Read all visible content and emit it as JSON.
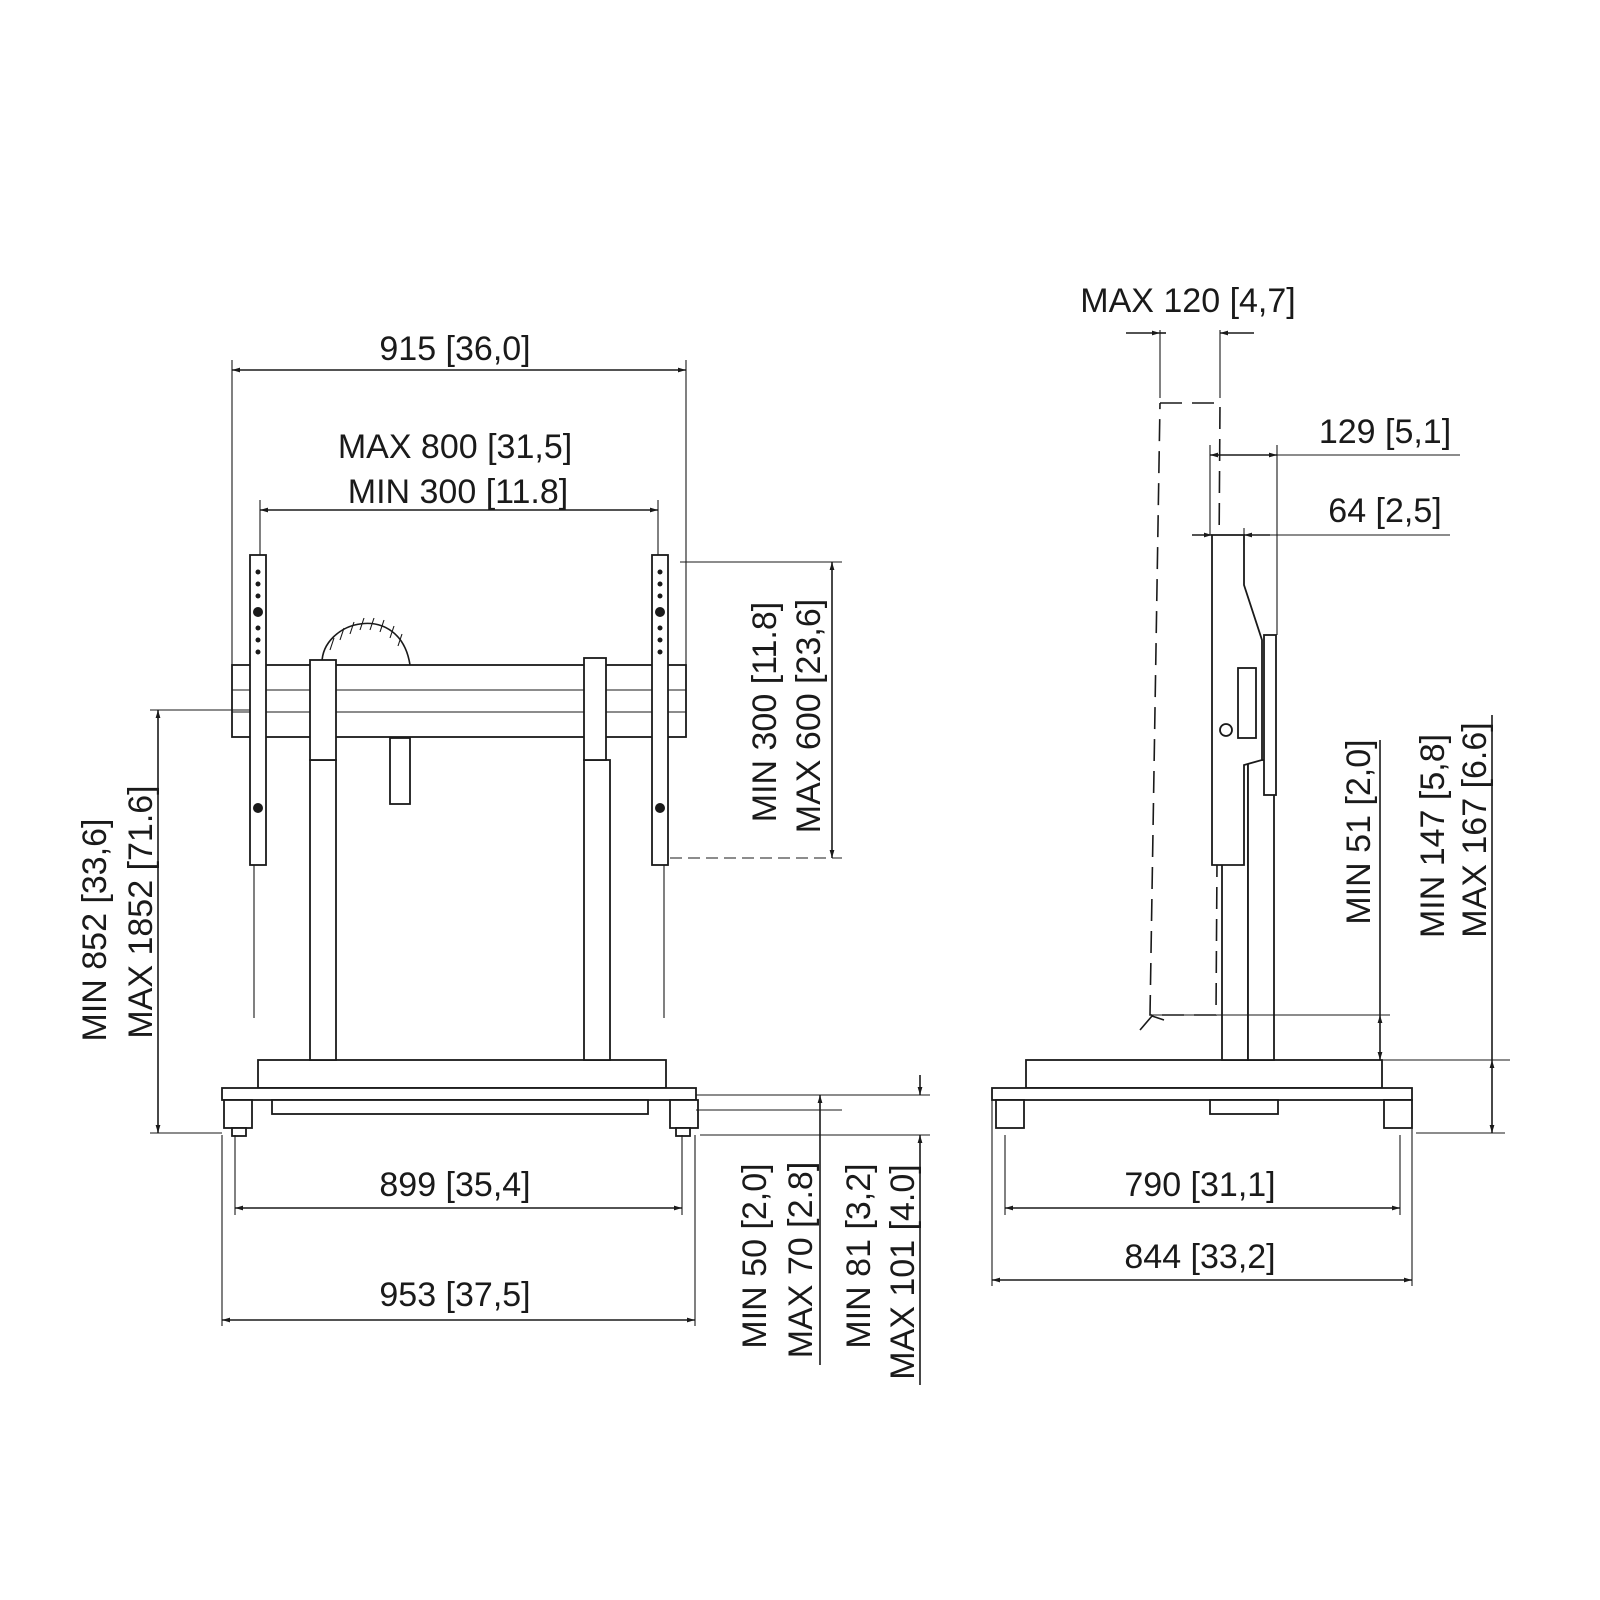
{
  "front_view": {
    "overall_width": "915 [36,0]",
    "vesa_width_max": "MAX 800 [31,5]",
    "vesa_width_min": "MIN 300 [11.8]",
    "vesa_height_min": "MIN 300 [11.8]",
    "vesa_height_max": "MAX 600 [23,6]",
    "height_min": "MIN 852 [33,6]",
    "height_max": "MAX 1852 [71.6]",
    "base_inner_width": "899 [35,4]",
    "base_width": "953 [37,5]",
    "clearance_min": "MIN 50 [2,0]",
    "clearance_max": "MAX 70 [2.8]",
    "base_height_min": "MIN 81 [3,2]",
    "base_height_max": "MAX 101 [4.0]"
  },
  "side_view": {
    "tilt_max": "MAX 120 [4,7]",
    "depth_129": "129 [5,1]",
    "depth_64": "64 [2,5]",
    "clearance_min": "MIN 51 [2,0]",
    "base_height_min": "MIN 147 [5,8]",
    "base_height_max": "MAX 167 [6.6]",
    "inner_depth": "790 [31,1]",
    "base_depth": "844 [33,2]"
  }
}
